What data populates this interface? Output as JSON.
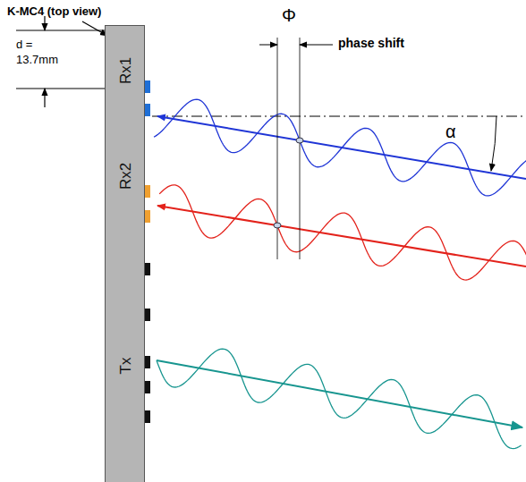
{
  "diagram": {
    "nodes": [
      {
        "text": [
          "Rx1",
          "Rx2",
          "Tx"
        ]
      }
    ],
    "labels": [
      "K-MC4 (top view)",
      "d =",
      "13.7mm",
      "Φ",
      "phase shift",
      "α"
    ]
  }
}
